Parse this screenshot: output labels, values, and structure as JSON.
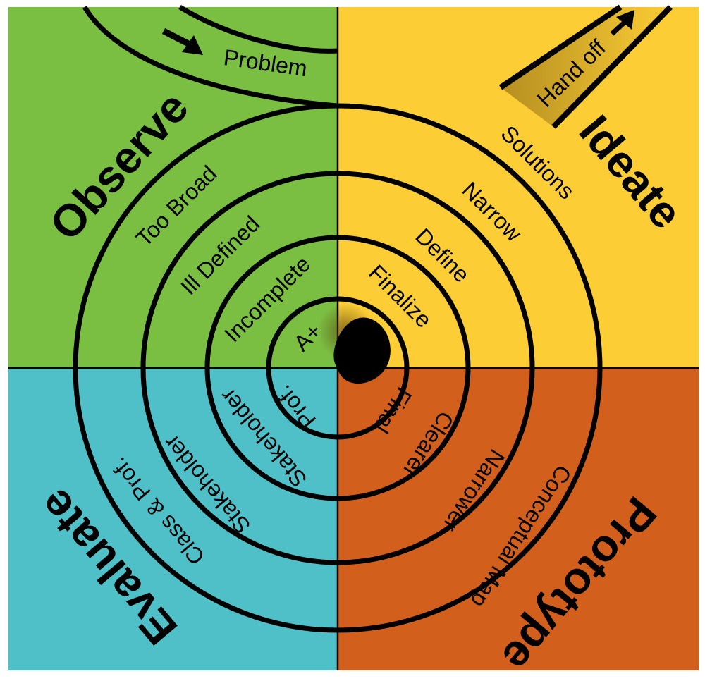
{
  "colors": {
    "observe": "#7bbf42",
    "ideate": "#fccd34",
    "prototype": "#d2601c",
    "evaluate": "#4fc0c8",
    "outline": "#000000"
  },
  "phases": {
    "observe": "Observe",
    "ideate": "Ideate",
    "prototype": "Prototype",
    "evaluate": "Evaluate"
  },
  "spiral": {
    "entry": "Problem",
    "exit": "Hand off",
    "observe_labels": [
      "Too Broad",
      "Ill Defined",
      "Incomplete",
      "A+"
    ],
    "ideate_labels": [
      "Solutions",
      "Narrow",
      "Define",
      "Finalize"
    ],
    "prototype_labels": [
      "Conceptual Map",
      "Narrower",
      "Clearer",
      "Final"
    ],
    "evaluate_labels": [
      "Class & Prof.",
      "Stakeholder",
      "Stakeholder",
      "Prof."
    ]
  }
}
